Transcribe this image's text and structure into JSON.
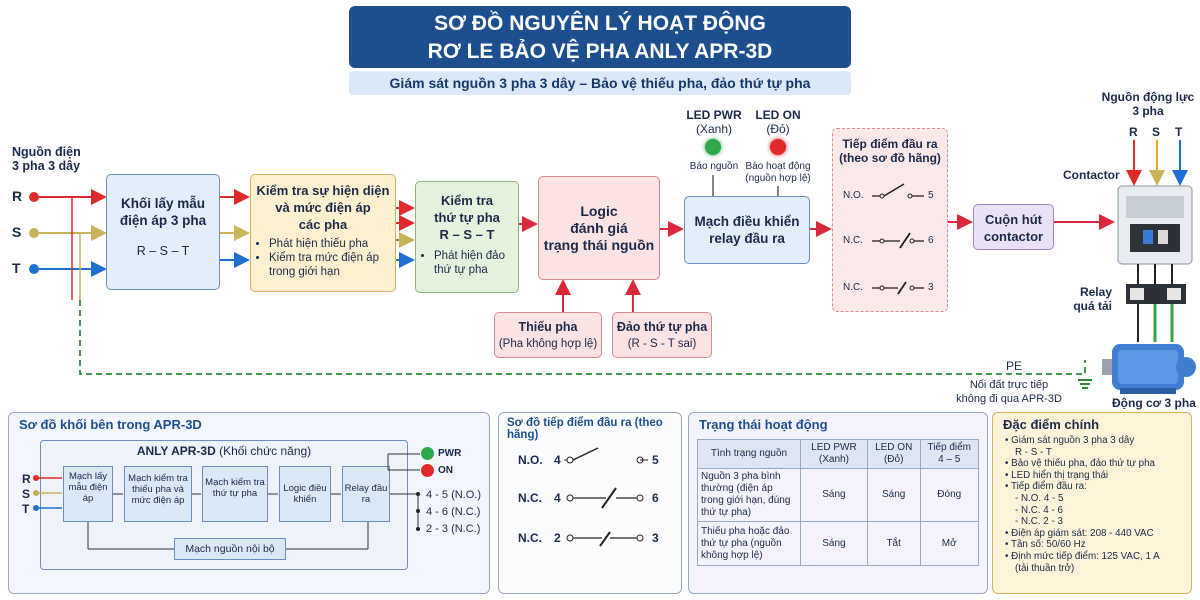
{
  "title": {
    "line1": "SƠ ĐỒ NGUYÊN LÝ HOẠT ĐỘNG",
    "line2": "RƠ LE BẢO VỆ PHA ANLY APR-3D",
    "subtitle": "Giám sát nguồn 3 pha 3 dây – Bảo vệ thiếu pha, đảo thứ tự pha"
  },
  "source": {
    "label_line1": "Nguồn điện",
    "label_line2": "3 pha 3 dây",
    "phases": [
      "R",
      "S",
      "T"
    ]
  },
  "blocks": {
    "sampling": {
      "title_line1": "Khối lấy mẫu",
      "title_line2": "điện áp 3 pha",
      "sub": "R – S – T"
    },
    "presence": {
      "title_line1": "Kiểm tra sự hiện diện",
      "title_line2": "và mức điện áp",
      "title_line3": "các pha",
      "bullet1": "Phát hiện thiếu pha",
      "bullet2": "Kiểm tra mức điện áp trong giới hạn"
    },
    "sequence": {
      "title_line1": "Kiểm tra",
      "title_line2": "thứ tự pha",
      "title_line3": "R – S – T",
      "bullet1": "Phát hiện đảo thứ tự pha"
    },
    "logic": {
      "title_line1": "Logic",
      "title_line2": "đánh giá",
      "title_line3": "trạng thái nguồn"
    },
    "relay_ctrl": {
      "title_line1": "Mạch điều khiển",
      "title_line2": "relay đầu ra"
    },
    "coil": {
      "title_line1": "Cuộn hút",
      "title_line2": "contactor"
    },
    "phase_loss": {
      "title": "Thiếu pha",
      "sub": "(Pha không hợp lệ)"
    },
    "phase_rev": {
      "title": "Đảo thứ tự pha",
      "sub": "(R - S - T sai)"
    }
  },
  "leds": {
    "pwr": {
      "label_line1": "LED PWR",
      "label_line2": "(Xanh)",
      "caption": "Báo nguồn",
      "color": "#2fa84a"
    },
    "on": {
      "label_line1": "LED ON",
      "label_line2": "(Đỏ)",
      "caption_line1": "Báo hoạt động",
      "caption_line2": "(nguồn hợp lệ)",
      "color": "#e02a2a"
    }
  },
  "contacts": {
    "title_line1": "Tiếp điểm đầu ra",
    "title_line2": "(theo sơ đồ hãng)",
    "items": [
      {
        "type": "N.O.",
        "num": "5"
      },
      {
        "type": "N.C.",
        "num": "6"
      },
      {
        "type": "N.C.",
        "num": "3"
      }
    ]
  },
  "power_side": {
    "label_line1": "Nguồn động lực",
    "label_line2": "3 pha",
    "phases": [
      "R",
      "S",
      "T"
    ],
    "contactor": "Contactor",
    "overload_line1": "Relay",
    "overload_line2": "quá tải",
    "motor": "Động cơ 3 pha",
    "pe": "PE",
    "ground_note_line1": "Nối đất trực tiếp",
    "ground_note_line2": "không đi qua APR-3D"
  },
  "panel_internal": {
    "title": "Sơ đồ khối bên trong APR-3D",
    "header_bold": "ANLY APR-3D",
    "header_rest": " (Khối chức năng)",
    "blocks": [
      "Mạch lấy mẫu điện áp",
      "Mạch kiểm tra thiếu pha và mức điện áp",
      "Mạch kiểm tra thứ tự pha",
      "Logic điều khiển",
      "Relay đầu ra"
    ],
    "power_block": "Mạch nguồn nội bộ",
    "pwr": "PWR",
    "on": "ON",
    "outputs": [
      "4 - 5 (N.O.)",
      "4 - 6 (N.C.)",
      "2 - 3 (N.C.)"
    ],
    "phases": [
      "R",
      "S",
      "T"
    ]
  },
  "panel_contacts": {
    "title": "Sơ đồ tiếp điểm đầu ra (theo hãng)",
    "rows": [
      {
        "type": "N.O.",
        "a": "4",
        "b": "5"
      },
      {
        "type": "N.C.",
        "a": "4",
        "b": "6"
      },
      {
        "type": "N.C.",
        "a": "2",
        "b": "3"
      }
    ]
  },
  "panel_states": {
    "title": "Trạng thái hoạt động",
    "headers": [
      "Tình trạng nguồn",
      "LED PWR (Xanh)",
      "LED ON (Đỏ)",
      "Tiếp điểm 4 – 5"
    ],
    "rows": [
      [
        "Nguồn 3 pha bình thường (điện áp trong giới hạn, đúng thứ tự pha)",
        "Sáng",
        "Sáng",
        "Đóng"
      ],
      [
        "Thiếu pha hoặc đảo thứ tự pha (nguồn không hợp lệ)",
        "Sáng",
        "Tắt",
        "Mở"
      ]
    ]
  },
  "panel_features": {
    "title": "Đặc điểm chính",
    "items": [
      "Giám sát nguồn 3 pha 3 dây",
      "R - S - T",
      "Bảo vệ thiếu pha, đảo thứ tự pha",
      "LED hiển thị trạng thái",
      "Tiếp điểm đầu ra:",
      "- N.O. 4 - 5",
      "- N.C. 4 - 6",
      "- N.C. 2 - 3",
      "Điện áp giám sát: 208 - 440 VAC",
      "Tần số: 50/60 Hz",
      "Định mức tiếp điểm: 125 VAC, 1 A",
      "(tải thuần trở)"
    ]
  },
  "colors": {
    "phase_r": "#e02a2a",
    "phase_s": "#e7a91c",
    "phase_t": "#1f6fd1",
    "pe": "#2e8b3a",
    "arrow": "#d9283a",
    "title_bg": "#1d4f8f"
  }
}
